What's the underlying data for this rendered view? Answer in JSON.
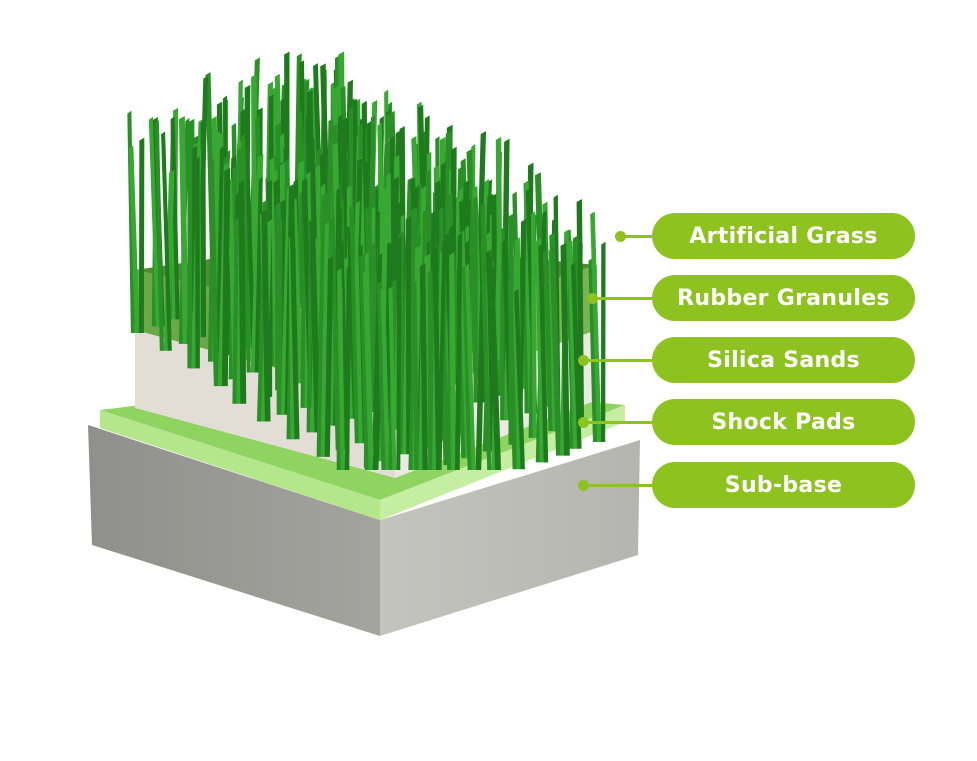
{
  "labels": [
    {
      "text": "Artificial Grass",
      "name": "artificial-grass"
    },
    {
      "text": "Rubber Granules",
      "name": "rubber-granules"
    },
    {
      "text": "Silica Sands",
      "name": "silica-sands"
    },
    {
      "text": "Shock Pads",
      "name": "shock-pads"
    },
    {
      "text": "Sub-base",
      "name": "sub-base"
    }
  ],
  "colors": {
    "accent": "#8dc21f",
    "grass": "#2e9b2a",
    "concrete": "#a9a9a4",
    "pad": "#a7e07a",
    "sand": "#e8e4dc",
    "rubber": "#5c9a3a"
  }
}
